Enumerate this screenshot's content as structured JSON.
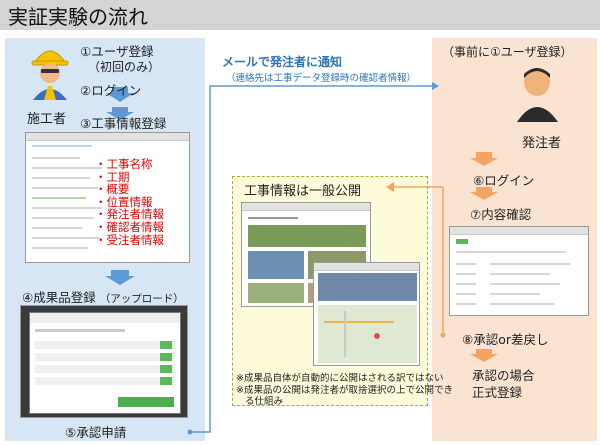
{
  "title": "実証実験の流れ",
  "contractor": {
    "label": "施工者",
    "steps": {
      "s1": "①ユーザ登録",
      "s1_note": "（初回のみ）",
      "s2": "②ログイン",
      "s3": "③工事情報登録",
      "s4": "④成果品登録",
      "s4_note": "（アップロード）",
      "s5": "⑤承認申請"
    },
    "form_fields": [
      "・工事名称",
      "・工期",
      "・概要",
      "・位置情報",
      "・発注者情報",
      "・確認者情報",
      "・受注者情報"
    ]
  },
  "notification": {
    "title": "メールで発注者に通知",
    "note": "（連絡先は工事データ登録時の確認者情報）"
  },
  "public": {
    "title": "工事情報は一般公開",
    "notes": [
      "※成果品自体が自動的に公開はされる訳ではない",
      "※成果品の公開は発注者が取捨選択の上で公開でき",
      "る仕組み"
    ]
  },
  "client": {
    "label": "発注者",
    "steps": {
      "s1": "（事前に①ユーザ登録）",
      "s6": "⑥ログイン",
      "s7": "⑦内容確認",
      "s8": "⑧承認or差戻し"
    },
    "approval": [
      "承認の場合",
      "正式登録"
    ]
  },
  "colors": {
    "left_panel": "#d7e6f5",
    "right_panel": "#fbe3d2",
    "public_box": "#fdfbd9",
    "arrow_blue": "#5b9bd5",
    "arrow_orange": "#f4a460",
    "notify_text": "#2e75b6",
    "field_red": "#e00000"
  }
}
